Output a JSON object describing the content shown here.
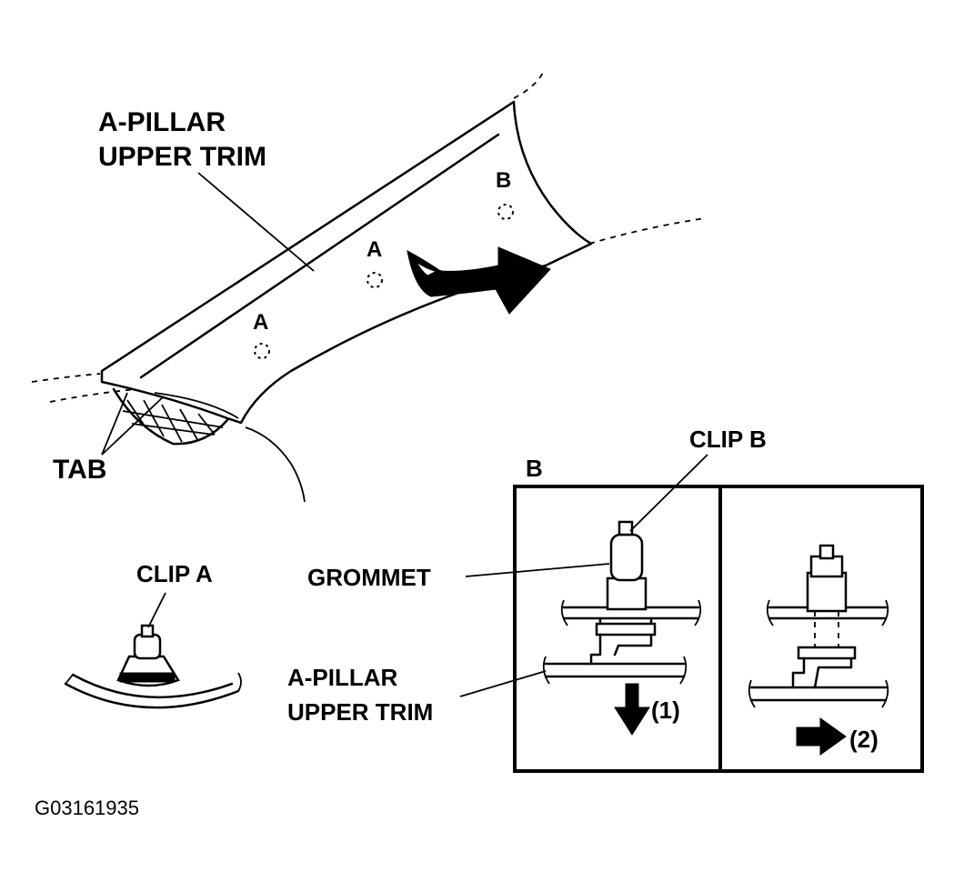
{
  "labels": {
    "pillar_trim_line1": "A-PILLAR",
    "pillar_trim_line2": "UPPER TRIM",
    "pin_b": "B",
    "pin_a_upper": "A",
    "pin_a_lower": "A",
    "tab": "TAB",
    "clip_a": "CLIP A",
    "clip_b": "CLIP B",
    "detail_b": "B",
    "grommet": "GROMMET",
    "detail_trim_line1": "A-PILLAR",
    "detail_trim_line2": "UPPER TRIM",
    "step_1": "(1)",
    "step_2": "(2)",
    "figure_code": "G03161935"
  },
  "colors": {
    "ink": "#000000",
    "background": "#ffffff"
  }
}
